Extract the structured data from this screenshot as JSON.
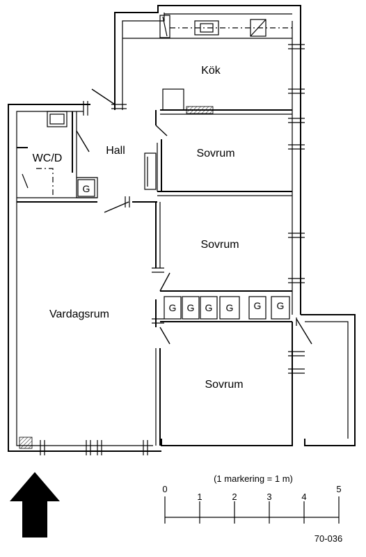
{
  "rooms": {
    "kitchen": "Kök",
    "hall": "Hall",
    "wc": "WC/D",
    "bedroom_1": "Sovrum",
    "bedroom_2": "Sovrum",
    "bedroom_3": "Sovrum",
    "living": "Vardagsrum"
  },
  "storage": {
    "label": "G",
    "hall_cabinet": "G",
    "row": [
      "G",
      "G",
      "G",
      "G",
      "G",
      "G"
    ]
  },
  "scale": {
    "caption": "(1 markering = 1 m)",
    "ticks": [
      "0",
      "1",
      "2",
      "3",
      "4",
      "5"
    ]
  },
  "drawing_number": "70-036",
  "north_arrow": "north-arrow-icon"
}
